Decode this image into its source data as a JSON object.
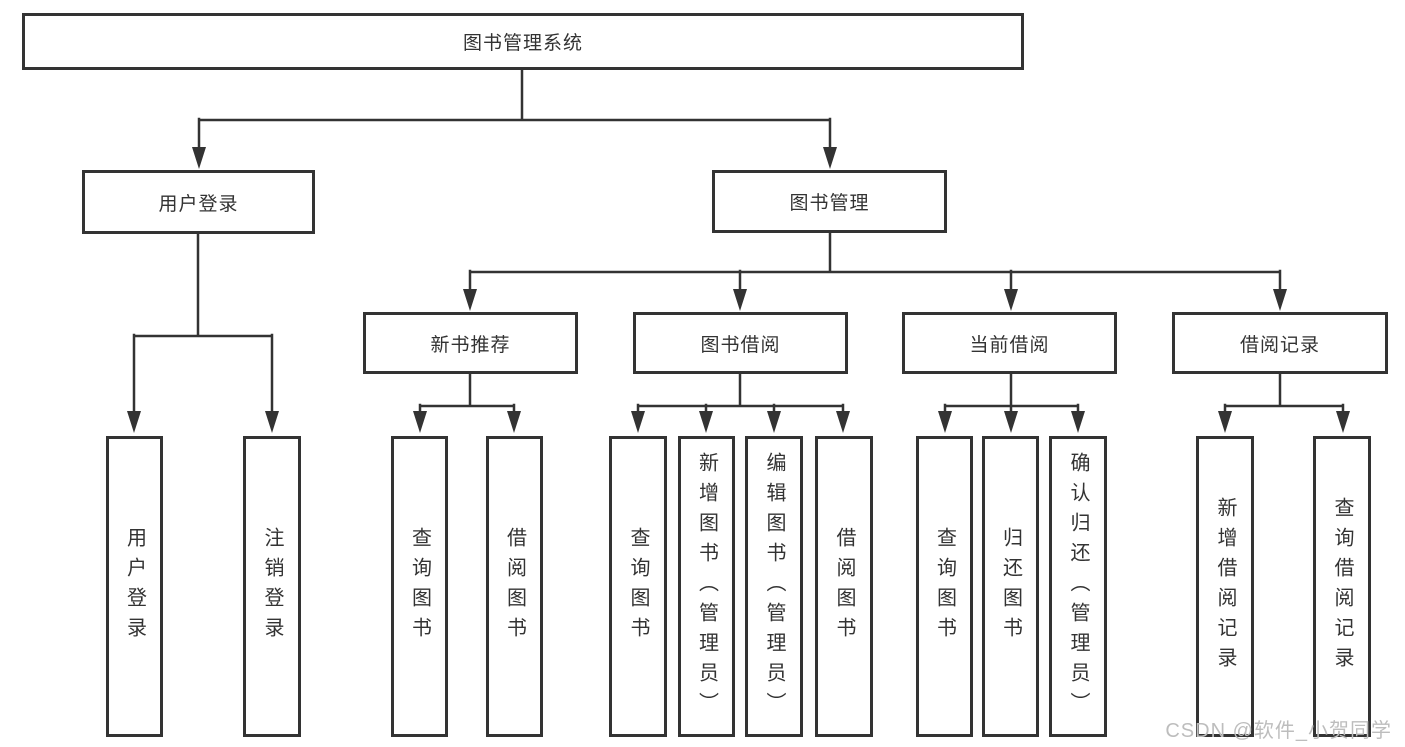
{
  "tree": {
    "root": "图书管理系统",
    "children": [
      {
        "label": "用户登录",
        "children": [
          "用户登录",
          "注销登录"
        ]
      },
      {
        "label": "图书管理",
        "children": [
          {
            "label": "新书推荐",
            "children": [
              "查询图书",
              "借阅图书"
            ]
          },
          {
            "label": "图书借阅",
            "children": [
              "查询图书",
              "新增图书（管理员）",
              "编辑图书（管理员）",
              "借阅图书"
            ]
          },
          {
            "label": "当前借阅",
            "children": [
              "查询图书",
              "归还图书",
              "确认归还（管理员）"
            ]
          },
          {
            "label": "借阅记录",
            "children": [
              "新增借阅记录",
              "查询借阅记录"
            ]
          }
        ]
      }
    ]
  },
  "watermark": {
    "text": "CSDN @软件_小贺同学"
  },
  "colors": {
    "line": "#333333",
    "border": "#333333",
    "text": "#333333",
    "background": "#ffffff",
    "watermark": "#bdbdbd"
  }
}
